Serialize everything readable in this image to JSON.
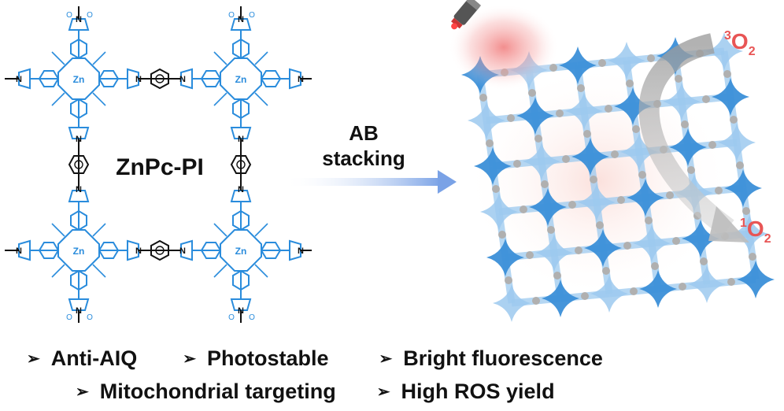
{
  "colors": {
    "molecule_blue": "#2a8cdc",
    "framework_dark": "#3b8fd8",
    "framework_light": "#9cc9ef",
    "node_gray": "#b0b0b0",
    "oxygen_red": "#e85555",
    "glow_red": "#f07a7a",
    "arrow_blue": "#8ab0e8",
    "text_dark": "#111111"
  },
  "molecule": {
    "name": "ZnPc-PI",
    "metal_label": "Zn",
    "nitrogen_label": "N",
    "oxygen_label": "O"
  },
  "process_arrow": {
    "line1": "AB",
    "line2": "stacking"
  },
  "framework": {
    "reactant": {
      "prefix": "3",
      "formula": "O",
      "subscript": "2"
    },
    "product": {
      "prefix": "1",
      "formula": "O",
      "subscript": "2"
    },
    "light_source_icon": "laser-icon"
  },
  "features": {
    "bullet_glyph": "➢",
    "row1": [
      "Anti-AIQ",
      "Photostable",
      "Bright fluorescence"
    ],
    "row2": [
      "Mitochondrial targeting",
      "High ROS yield"
    ]
  }
}
